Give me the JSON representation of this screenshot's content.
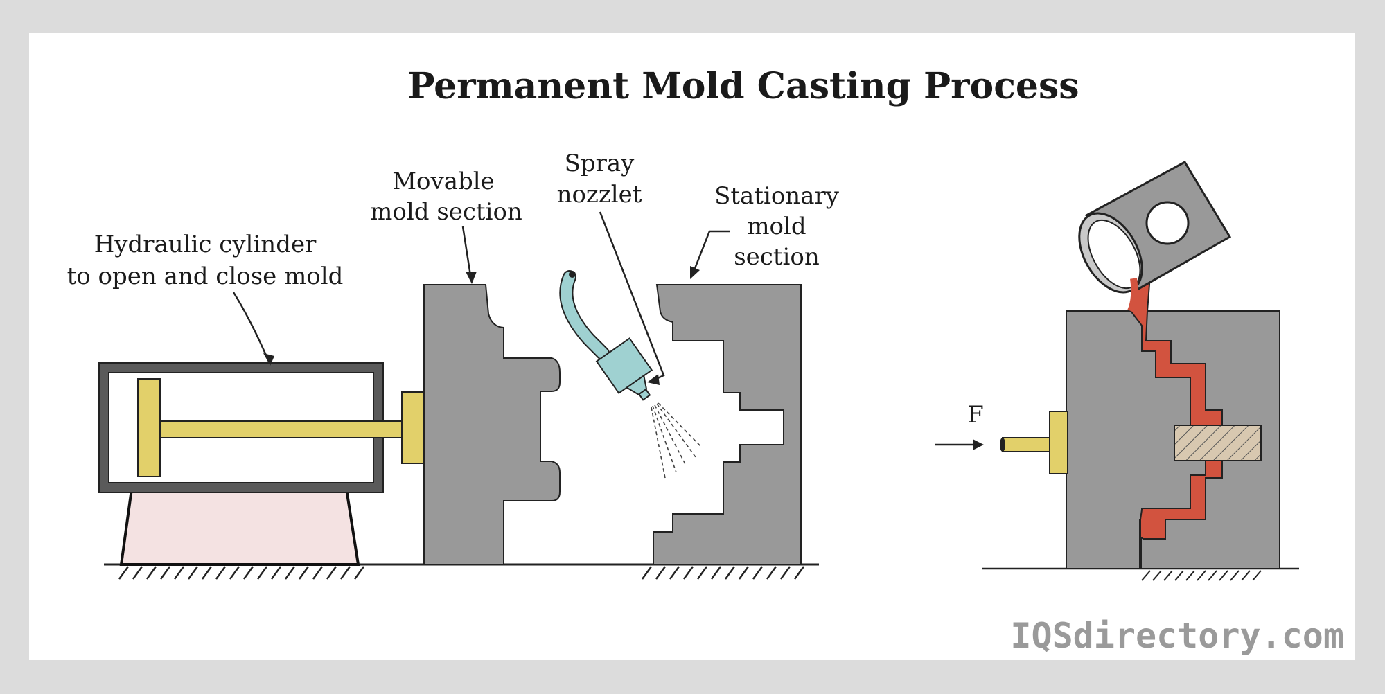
{
  "title": "Permanent Mold Casting Process",
  "labels": {
    "hydraulic_line1": "Hydraulic cylinder",
    "hydraulic_line2": "to open and close mold",
    "movable_line1": "Movable",
    "movable_line2": "mold section",
    "spray_line1": "Spray",
    "spray_line2": "nozzlet",
    "stationary_line1": "Stationary",
    "stationary_line2": "mold",
    "stationary_line3": "section",
    "force": "F"
  },
  "watermark": "IQSdirectory.com",
  "colors": {
    "frame": "#dcdcdc",
    "background": "#ffffff",
    "mold_gray": "#999999",
    "cylinder_gray": "#5a5a5a",
    "rod_yellow": "#e2d06a",
    "base_pink": "#f4e2e2",
    "nozzle_teal": "#9fd1d1",
    "molten_metal": "#d2533f",
    "core_tan": "#d8c8b0"
  }
}
